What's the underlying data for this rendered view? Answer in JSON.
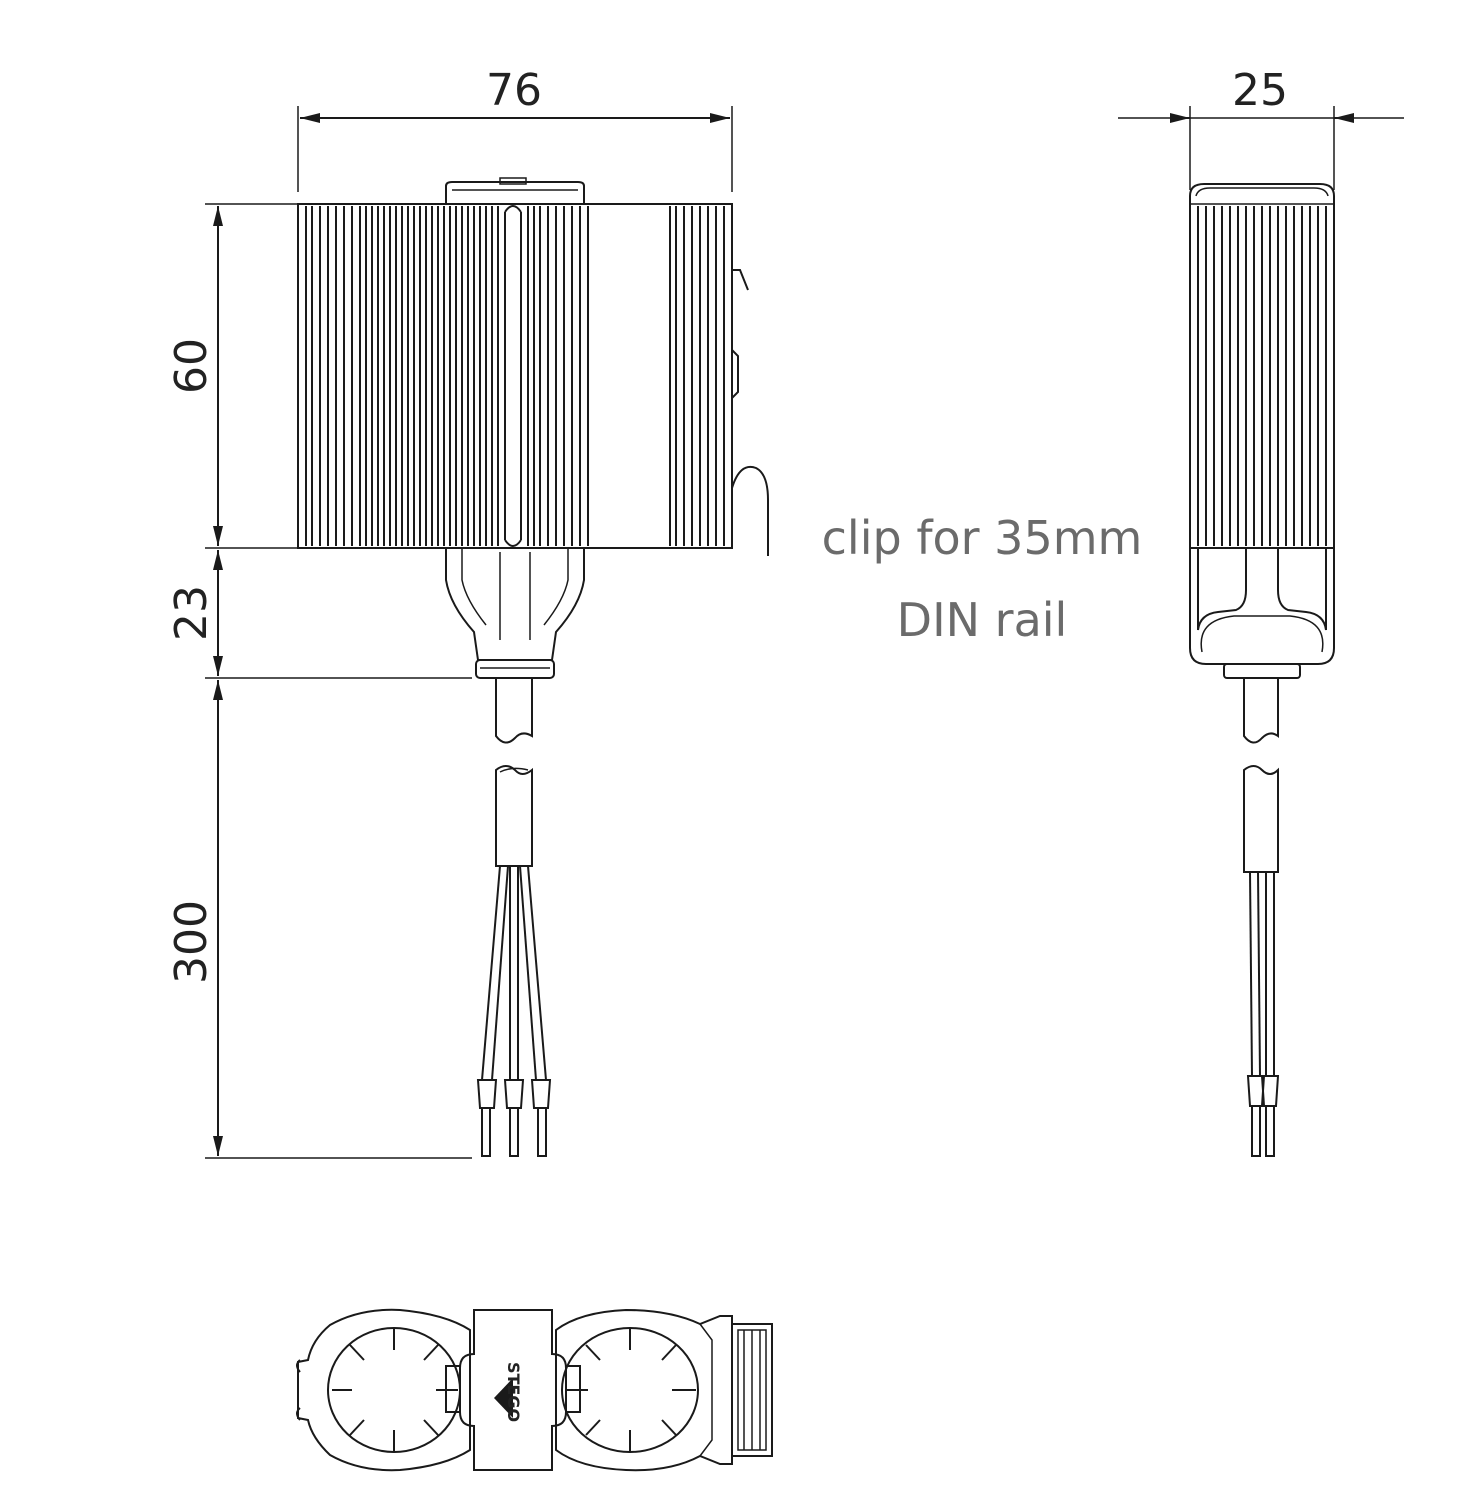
{
  "dimensions": {
    "width_front": "76",
    "width_side": "25",
    "height_body": "60",
    "height_neck": "23",
    "cable_length": "300"
  },
  "note": {
    "line1": "clip for 35mm",
    "line2": "DIN rail"
  },
  "logo": {
    "text": "STEGO"
  },
  "colors": {
    "line": "#1a1a1a",
    "note": "#6b6b6b",
    "background": "#ffffff"
  }
}
